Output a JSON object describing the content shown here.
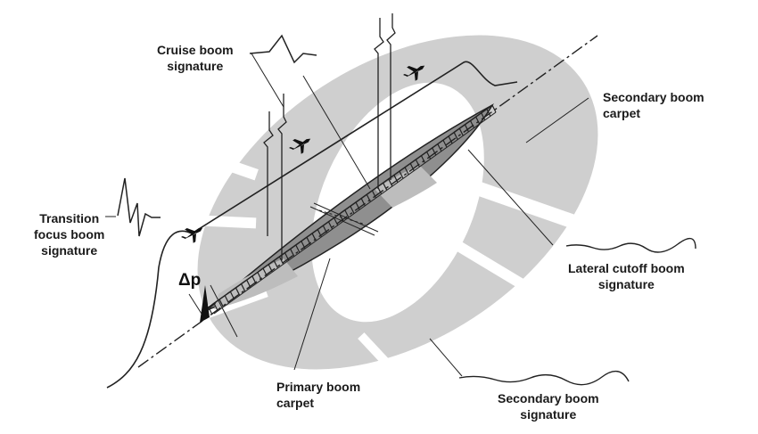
{
  "labels": {
    "cruise": [
      "Cruise boom",
      "signature"
    ],
    "secondary_carpet": [
      "Secondary boom",
      "carpet"
    ],
    "transition": [
      "Transition",
      "focus boom",
      "signature"
    ],
    "lateral": [
      "Lateral cutoff boom",
      "signature"
    ],
    "primary": [
      "Primary boom",
      "carpet"
    ],
    "secondary_signature": [
      "Secondary boom",
      "signature"
    ],
    "delta_p": "Δp"
  },
  "icons": [
    "jet-aircraft-icon",
    "pressure-wave-icon"
  ],
  "colors": {
    "secondary_carpet": "#cfcfcf",
    "primary_carpet": "#8f8f8f",
    "line": "#222222"
  }
}
